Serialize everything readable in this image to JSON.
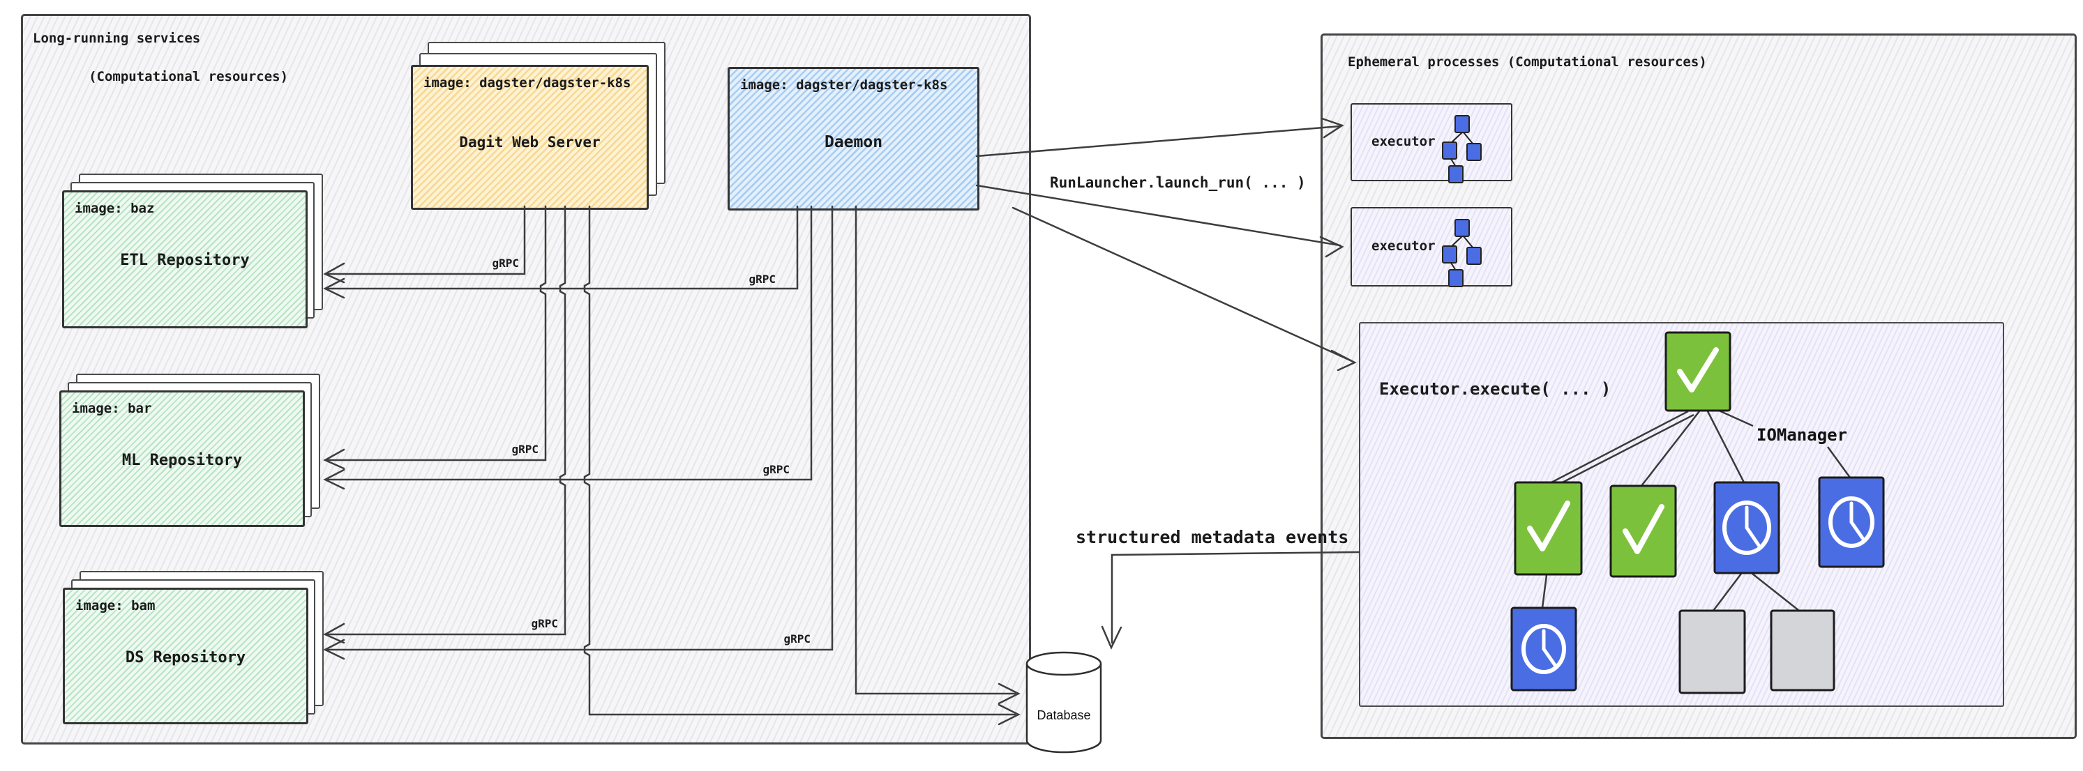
{
  "left_panel": {
    "title_line1": "Long-running services",
    "title_line2": "(Computational resources)",
    "dagit": {
      "header": "image: dagster/dagster-k8s",
      "label": "Dagit Web Server"
    },
    "daemon": {
      "header": "image: dagster/dagster-k8s",
      "label": "Daemon"
    },
    "repositories": [
      {
        "header": "image: baz",
        "label": "ETL Repository"
      },
      {
        "header": "image: bar",
        "label": "ML Repository"
      },
      {
        "header": "image: bam",
        "label": "DS Repository"
      }
    ],
    "grpc_label": "gRPC"
  },
  "right_panel": {
    "title": "Ephemeral processes (Computational resources)",
    "executor_label": "executor",
    "execute_box": {
      "title": "Executor.execute( ... )",
      "iomanager_label": "IOManager",
      "step_tree": [
        {
          "id": "root",
          "status": "success",
          "children": [
            "step-a",
            "step-b",
            "step-c",
            "step-io"
          ]
        },
        {
          "id": "step-a",
          "status": "success",
          "children": [
            "step-a1"
          ]
        },
        {
          "id": "step-b",
          "status": "success",
          "children": []
        },
        {
          "id": "step-c",
          "status": "in_progress",
          "children": [
            "step-c1",
            "step-c2"
          ]
        },
        {
          "id": "step-io",
          "status": "in_progress",
          "children": []
        },
        {
          "id": "step-a1",
          "status": "in_progress",
          "children": []
        },
        {
          "id": "step-c1",
          "status": "pending",
          "children": []
        },
        {
          "id": "step-c2",
          "status": "pending",
          "children": []
        }
      ]
    }
  },
  "connections": {
    "run_launcher_label": "RunLauncher.launch_run( ... )",
    "metadata_label": "structured metadata events"
  },
  "database": {
    "label": "Database"
  },
  "colors": {
    "success_green": "#7cc13b",
    "progress_blue": "#4b6de4",
    "pending_gray": "#d3d5d8",
    "dagit_yellow": "#fdf2d4",
    "daemon_blue": "#e4f0fb",
    "repo_green": "#eff9f1",
    "executor_lavender": "#f5f3fc",
    "wire": "#3d3d3d"
  }
}
